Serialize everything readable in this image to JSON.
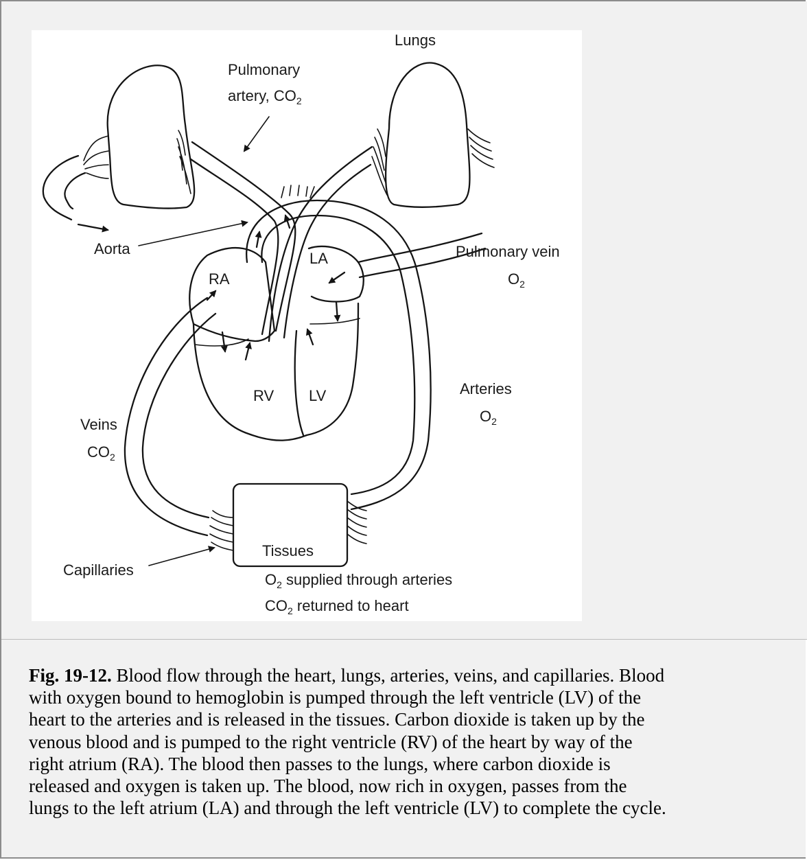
{
  "labels": {
    "lungs": "Lungs",
    "pulmonary_artery_line1": "Pulmonary",
    "pulmonary_artery_line2": "artery, CO",
    "pulmonary_artery_sub": "2",
    "aorta": "Aorta",
    "pulmonary_vein_line1": "Pulmonary vein",
    "pulmonary_vein_line2": "O",
    "pulmonary_vein_sub": "2",
    "ra": "RA",
    "la": "LA",
    "rv": "RV",
    "lv": "LV",
    "arteries_line1": "Arteries",
    "arteries_line2": "O",
    "arteries_sub": "2",
    "veins_line1": "Veins",
    "veins_line2": "CO",
    "veins_sub": "2",
    "tissues": "Tissues",
    "capillaries": "Capillaries",
    "o2_supplied_o": "O",
    "o2_supplied_sub": "2",
    "o2_supplied_rest": " supplied through arteries",
    "co2_returned_co": "CO",
    "co2_returned_sub": "2",
    "co2_returned_rest": " returned to heart"
  },
  "caption": {
    "fig_number": "Fig. 19-12.",
    "lines": [
      " Blood flow through the heart, lungs, arteries, veins, and capillaries. Blood",
      "with oxygen bound to hemoglobin is pumped through the left ventricle (LV) of the",
      "heart to the arteries and is released in the tissues. Carbon dioxide is taken up by the",
      "venous blood and is pumped to the right ventricle (RV) of the heart by way of the",
      "right atrium (RA). The blood then passes to the lungs, where carbon dioxide is",
      "released and oxygen is taken up. The blood, now rich in oxygen, passes from the",
      "lungs to the left atrium (LA) and through the left ventricle (LV) to complete the cycle."
    ]
  }
}
